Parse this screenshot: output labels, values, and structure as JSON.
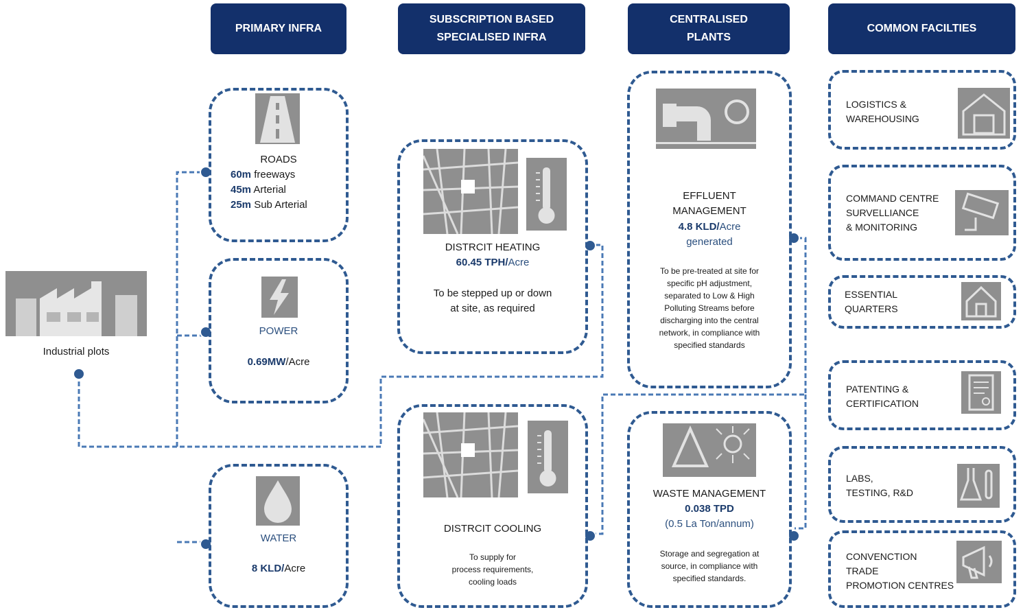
{
  "headers": {
    "primary": "PRIMARY INFRA",
    "subscription": "SUBSCRIPTION BASED\nSPECIALISED INFRA",
    "centralised": "CENTRALISED\nPLANTS",
    "common": "COMMON FACILTIES"
  },
  "industrial": {
    "label": "Industrial plots"
  },
  "roads": {
    "title": "ROADS",
    "r1v": "60m",
    "r1t": " freeways",
    "r2v": "45m",
    "r2t": " Arterial",
    "r3v": "25m",
    "r3t": " Sub Arterial"
  },
  "power": {
    "title": "POWER",
    "value": "0.69MW",
    "unit": "/Acre"
  },
  "water": {
    "title": "WATER",
    "value": "8 KLD/",
    "unit": "Acre"
  },
  "heating": {
    "title": "DISTRCIT HEATING",
    "value": "60.45 TPH/",
    "unit": "Acre",
    "note1": "To be stepped up or down",
    "note2": "at site, as required"
  },
  "cooling": {
    "title": "DISTRCIT COOLING",
    "note": "To supply for\nprocess requirements,\ncooling loads"
  },
  "effluent": {
    "title1": "EFFLUENT",
    "title2": "MANAGEMENT",
    "value": "4.8 KLD/",
    "unit": "Acre",
    "sub": "generated",
    "note": "To be pre-treated at site for\nspecific pH adjustment,\nseparated to Low & High\nPolluting Streams before\ndischarging into the central\nnetwork, in compliance with\nspecified standards"
  },
  "waste": {
    "title": "WASTE MANAGEMENT",
    "value": "0.038 TPD",
    "sub": "(0.5 La Ton/annum)",
    "note": "Storage and segregation at\nsource, in compliance with\nspecified standards."
  },
  "common": {
    "logistics": "LOGISTICS &\nWAREHOUSING",
    "command": "COMMAND CENTRE\nSURVELLIANCE\n& MONITORING",
    "quarters": "ESSENTIAL\nQUARTERS",
    "patenting": "PATENTING &\nCERTIFICATION",
    "labs": "LABS,\nTESTING, R&D",
    "convention": "CONVENCTION\n TRADE\nPROMOTION CENTRES"
  },
  "colors": {
    "navy": "#13306b",
    "dash": "#2f5a91",
    "wire": "#4a79b5",
    "icon": "#8f8f8f"
  }
}
